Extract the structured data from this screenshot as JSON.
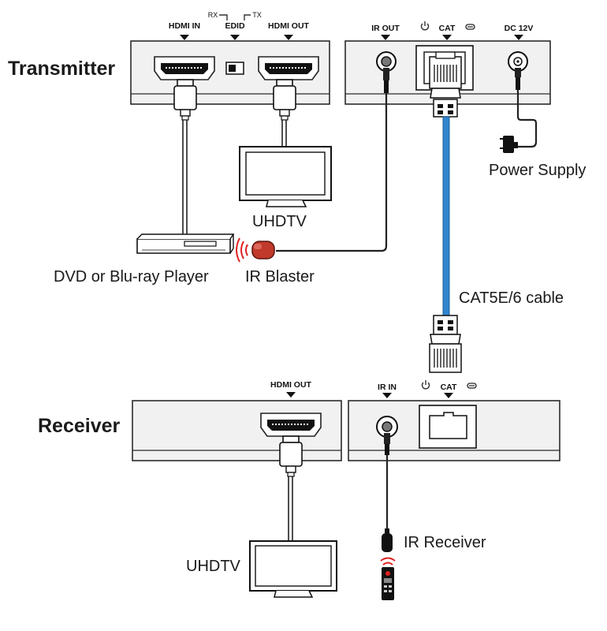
{
  "labels": {
    "transmitter": "Transmitter",
    "receiver": "Receiver",
    "power_supply": "Power Supply",
    "uhdtv_tx": "UHDTV",
    "uhdtv_rx": "UHDTV",
    "dvd_player": "DVD or Blu-ray Player",
    "ir_blaster": "IR Blaster",
    "cat_cable": "CAT5E/6 cable",
    "ir_receiver": "IR Receiver"
  },
  "ports": {
    "tx_hdmi_in": "HDMI IN",
    "tx_edid": "EDID",
    "tx_edid_rx": "RX",
    "tx_edid_tx": "TX",
    "tx_hdmi_out": "HDMI OUT",
    "tx_ir_out": "IR OUT",
    "tx_cat": "CAT",
    "tx_dc": "DC 12V",
    "rx_hdmi_out": "HDMI OUT",
    "rx_ir_in": "IR IN",
    "rx_cat": "CAT"
  },
  "colors": {
    "cat_cable": "#2f86cf",
    "ir_blaster_tip": "#c0392b",
    "ir_waves": "#e02020",
    "panel": "#f1f1f1",
    "outline": "#2b2b2b"
  },
  "icons": [
    "power-icon",
    "link-icon",
    "hdmi-port-icon",
    "rj45-port-icon",
    "dc-jack-icon",
    "tv-icon",
    "remote-control-icon",
    "ir-wave-icon"
  ]
}
